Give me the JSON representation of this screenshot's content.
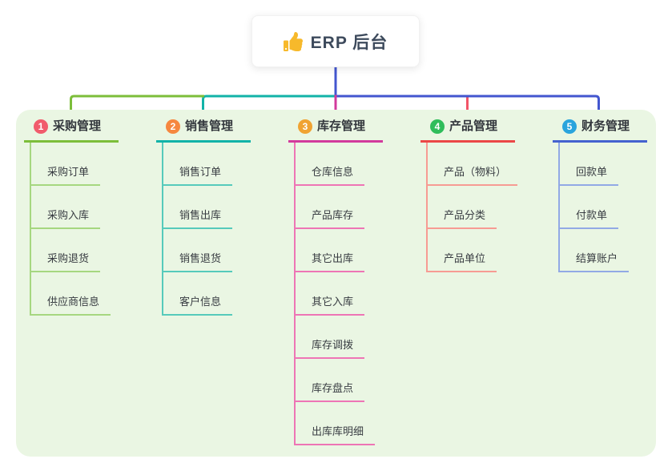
{
  "root": {
    "title": "ERP 后台",
    "icon": "thumbs-up-icon",
    "icon_color": "#f7b92b",
    "line_color": "#4356cf"
  },
  "panel": {
    "background": "#eaf6e3"
  },
  "branches": [
    {
      "index": "1",
      "title": "采购管理",
      "badge_color": "#f15b6c",
      "line_color": "#7cbe3a",
      "sub_line_color": "#a6d780",
      "drop_color": "#7cbe3a",
      "items": [
        "采购订单",
        "采购入库",
        "采购退货",
        "供应商信息"
      ]
    },
    {
      "index": "2",
      "title": "销售管理",
      "badge_color": "#f6873f",
      "line_color": "#12b3a8",
      "sub_line_color": "#56cabb",
      "drop_color": "#12b3a8",
      "items": [
        "销售订单",
        "销售出库",
        "销售退货",
        "客户信息"
      ]
    },
    {
      "index": "3",
      "title": "库存管理",
      "badge_color": "#f0a332",
      "line_color": "#d23a9c",
      "sub_line_color": "#ee75b5",
      "drop_color": "#d23a9c",
      "items": [
        "仓库信息",
        "产品库存",
        "其它出库",
        "其它入库",
        "库存调拨",
        "库存盘点",
        "出库库明细"
      ]
    },
    {
      "index": "4",
      "title": "产品管理",
      "badge_color": "#2fbd5b",
      "line_color": "#eb4747",
      "sub_line_color": "#f79b93",
      "drop_color": "#f25568",
      "items": [
        "产品（物料）",
        "产品分类",
        "产品单位"
      ]
    },
    {
      "index": "5",
      "title": "财务管理",
      "badge_color": "#2aa4dd",
      "line_color": "#4462cf",
      "sub_line_color": "#92a9e5",
      "drop_color": "#4462cf",
      "items": [
        "回款单",
        "付款单",
        "结算账户"
      ]
    }
  ]
}
